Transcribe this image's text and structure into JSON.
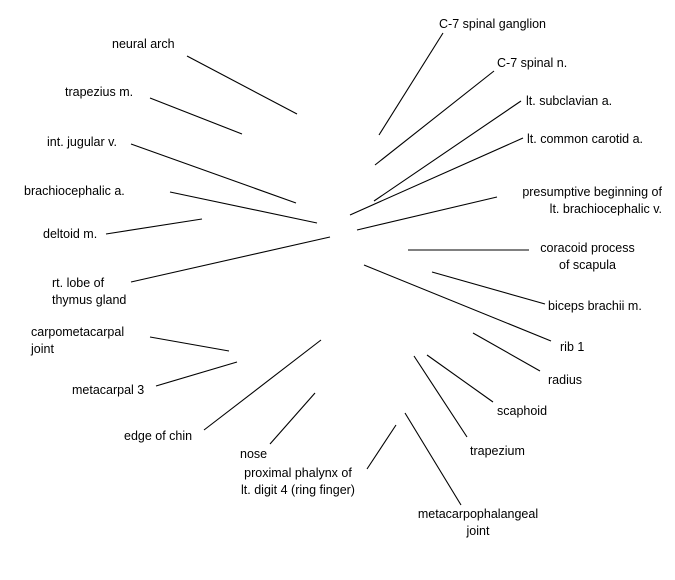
{
  "labels": {
    "neural_arch": "neural arch",
    "trapezius": "trapezius m.",
    "int_jugular": "int. jugular v.",
    "brachiocephalic_a": "brachiocephalic a.",
    "deltoid": "deltoid m.",
    "thymus_l1": "rt. lobe of",
    "thymus_l2": "thymus gland",
    "carpometacarpal_l1": "carpometacarpal",
    "carpometacarpal_l2": "joint",
    "metacarpal3": "metacarpal 3",
    "edge_of_chin": "edge of chin",
    "nose": "nose",
    "proximal_phalynx_l1": "proximal phalynx of",
    "proximal_phalynx_l2": "lt. digit 4 (ring finger)",
    "mcp_joint_l1": "metacarpophalangeal",
    "mcp_joint_l2": "joint",
    "trapezium": "trapezium",
    "scaphoid": "scaphoid",
    "radius": "radius",
    "rib1": "rib 1",
    "biceps": "biceps brachii m.",
    "coracoid_l1": "coracoid process",
    "coracoid_l2": "of scapula",
    "presumptive_l1": "presumptive beginning of",
    "presumptive_l2": "lt. brachiocephalic v.",
    "common_carotid": "lt. common carotid a.",
    "subclavian": "lt. subclavian a.",
    "c7_spinal_n": "C-7 spinal n.",
    "c7_ganglion": "C-7 spinal ganglion"
  },
  "colors": {
    "line": "#000000",
    "text": "#000000",
    "background": "#ffffff"
  }
}
